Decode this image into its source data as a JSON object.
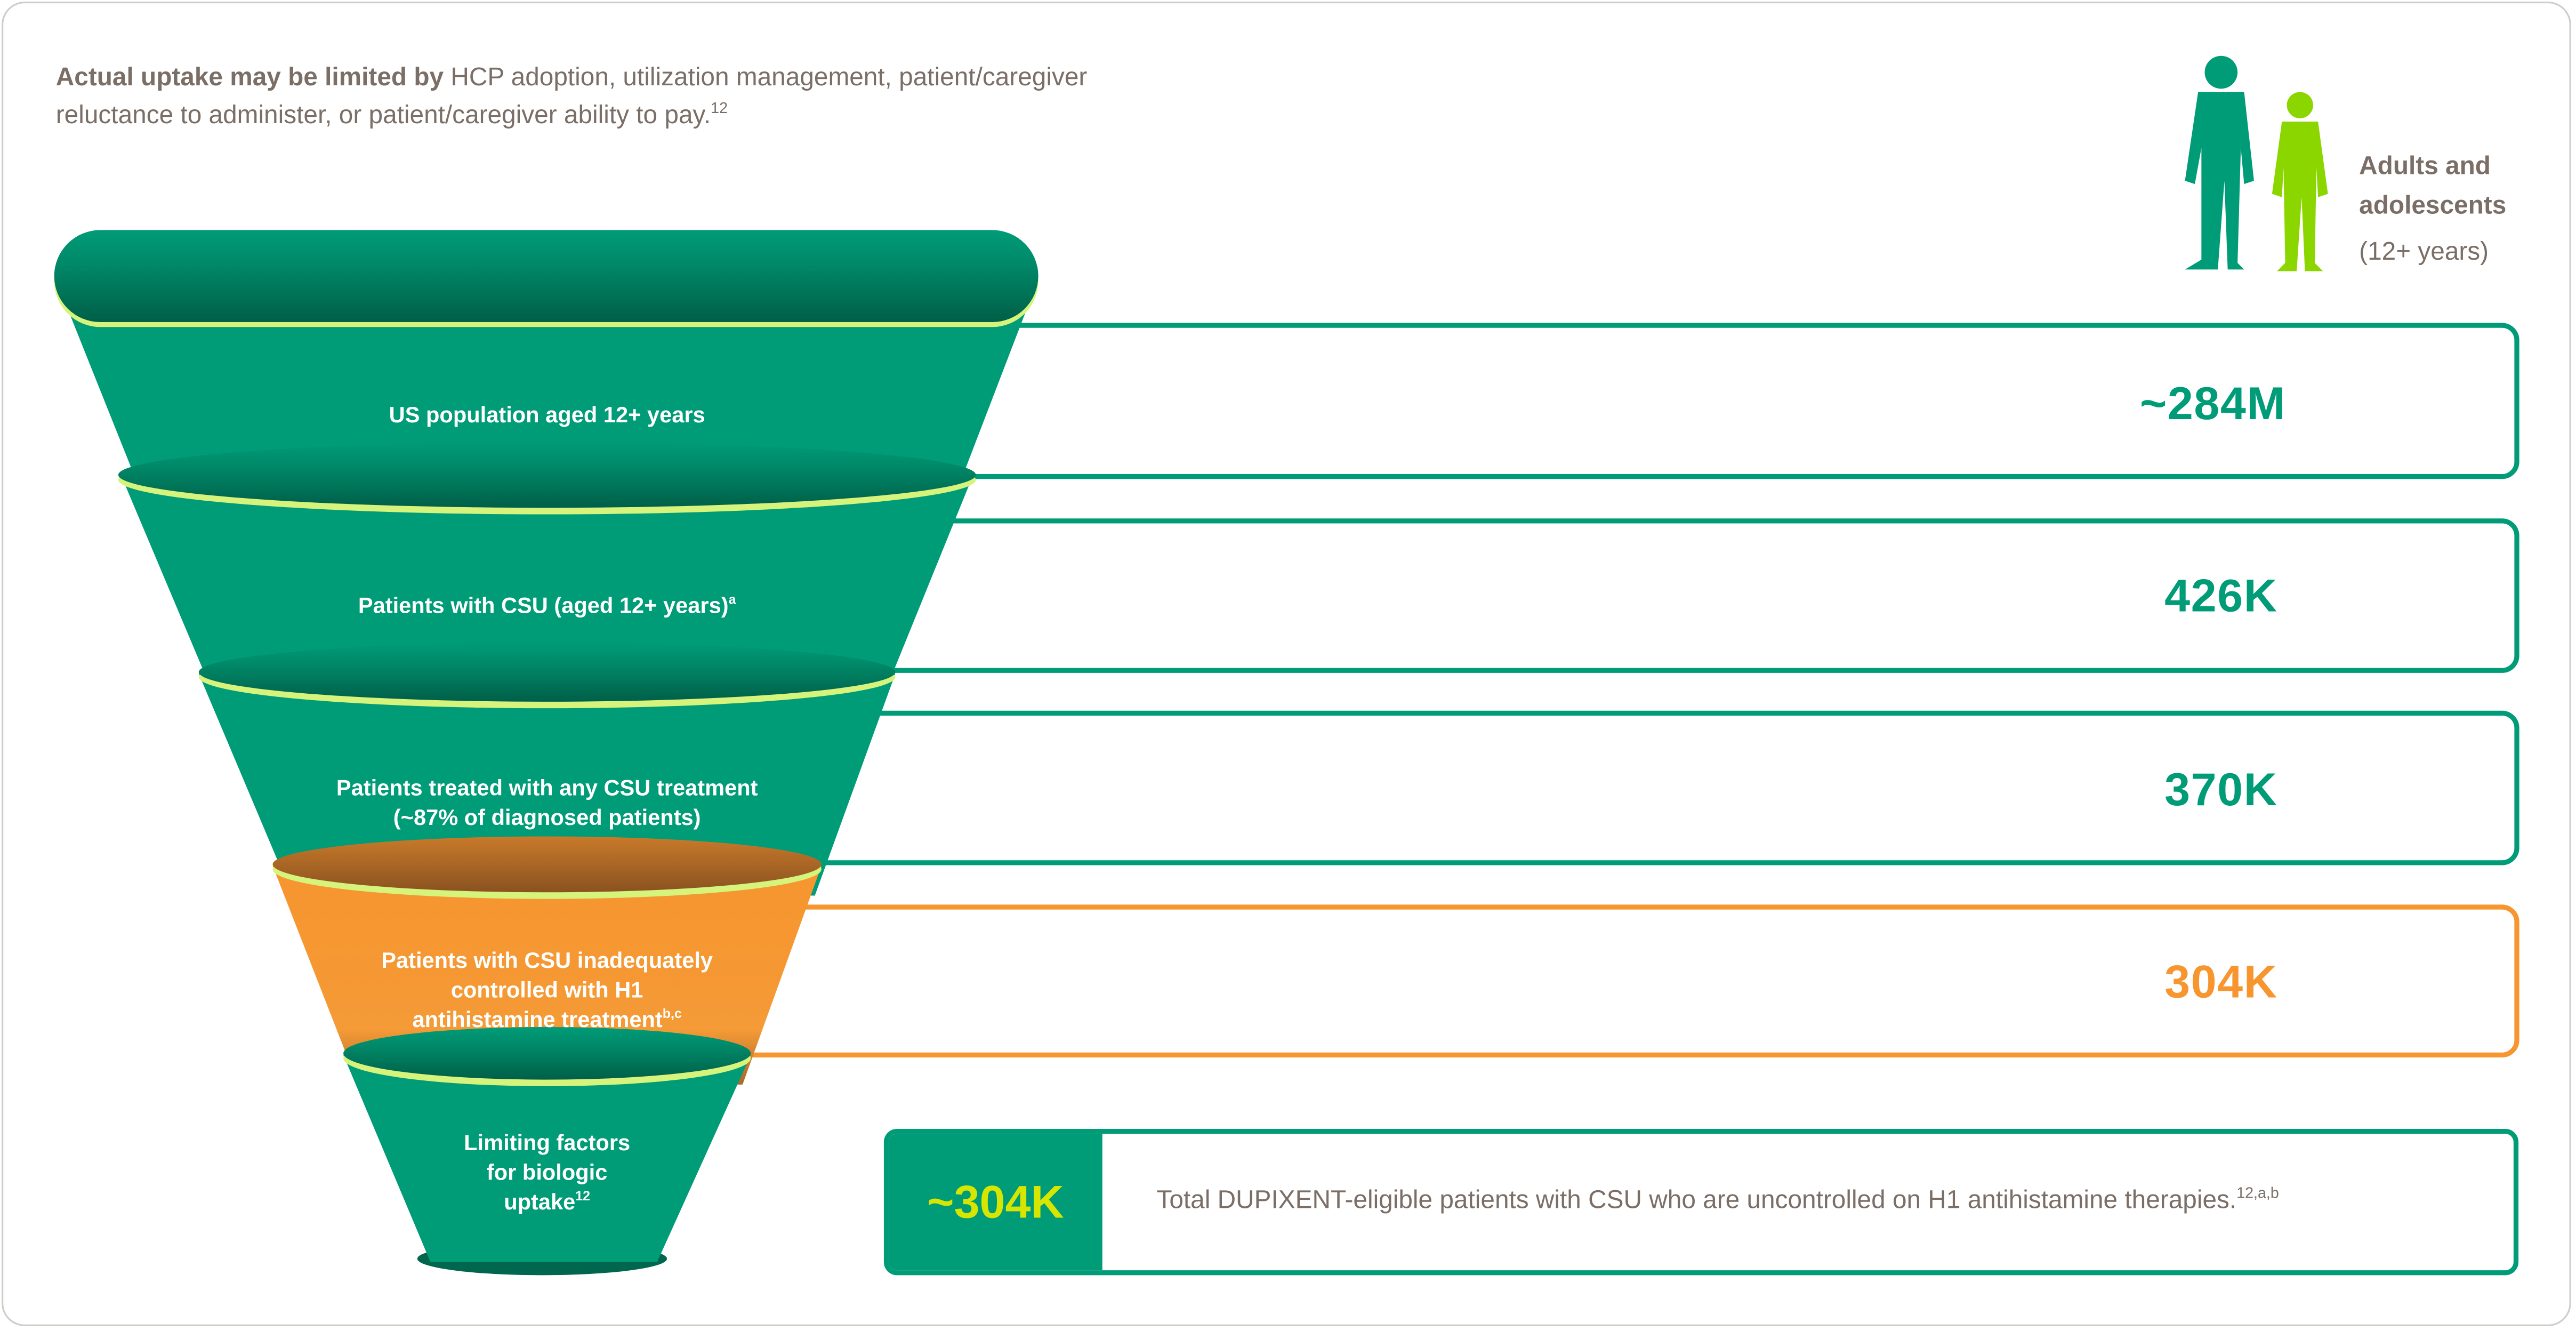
{
  "intro": {
    "bold": "Actual uptake may be limited by",
    "text": "HCP adoption, utilization management, patient/caregiver reluctance to administer, or patient/caregiver ability to pay.",
    "sup": "12"
  },
  "audience": {
    "title_line1": "Adults and",
    "title_line2": "adolescents",
    "subtitle": "(12+ years)",
    "icons": [
      "adult-silhouette-icon",
      "adolescent-silhouette-icon"
    ]
  },
  "funnel": [
    {
      "label": "US population aged 12+ years",
      "sup": "",
      "value": "~284M",
      "color": "#009b77"
    },
    {
      "label": "Patients with CSU (aged 12+ years)",
      "sup": "a",
      "value": "426K",
      "color": "#009b77"
    },
    {
      "label_line1": "Patients treated with any CSU treatment",
      "label_line2": "(~87% of diagnosed patients)",
      "value": "370K",
      "color": "#009b77"
    },
    {
      "label_line1": "Patients with CSU inadequately",
      "label_line2": "controlled with H1",
      "label_line3": "antihistamine treatment",
      "sup": "b,c",
      "value": "304K",
      "color": "#f7952f"
    },
    {
      "label_line1": "Limiting factors",
      "label_line2": "for biologic",
      "label_line3": "uptake",
      "sup": "12",
      "color": "#009b77"
    }
  ],
  "total": {
    "value": "~304K",
    "text": "Total DUPIXENT-eligible patients with CSU who are uncontrolled on H1 antihistamine therapies.",
    "sup": "12,a,b"
  },
  "colors": {
    "green": "#009b77",
    "dark_green": "#00664d",
    "rim": "#d6f47c",
    "orange": "#f7952f",
    "lime": "#d7e600",
    "text": "#7a6e66"
  }
}
